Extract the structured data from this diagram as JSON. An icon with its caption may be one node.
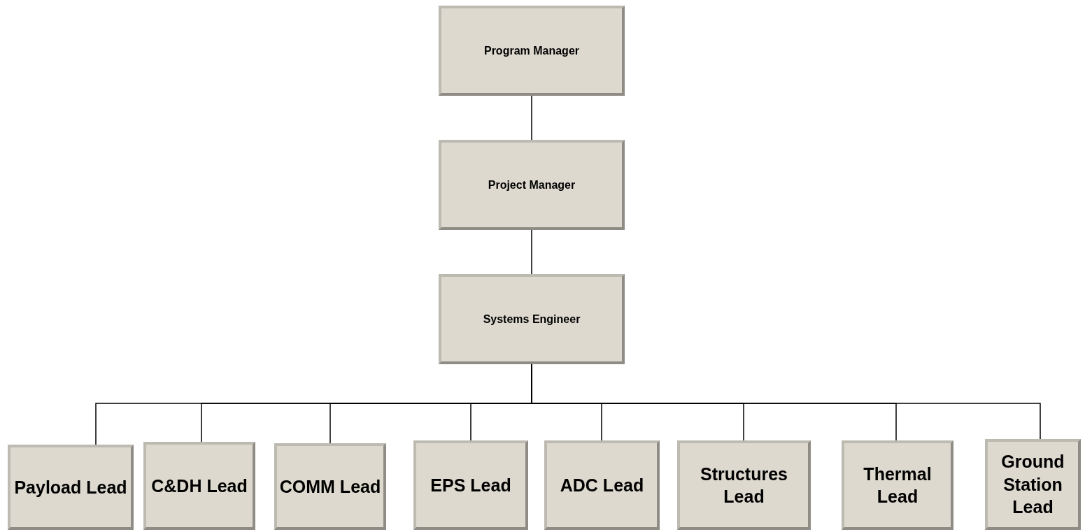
{
  "diagram": {
    "nodes": [
      {
        "text": [
          "Program Manager"
        ]
      },
      {
        "text": [
          "Project Manager"
        ]
      },
      {
        "text": [
          "Systems Engineer"
        ]
      },
      {
        "text": [
          "Payload Lead"
        ]
      },
      {
        "text": [
          "C&DH Lead"
        ]
      },
      {
        "text": [
          "COMM Lead"
        ]
      },
      {
        "text": [
          "EPS Lead"
        ]
      },
      {
        "text": [
          "ADC Lead"
        ]
      },
      {
        "text": [
          "Structures Lead"
        ]
      },
      {
        "text": [
          "Thermal Lead"
        ]
      },
      {
        "text": [
          "Ground Station Lead"
        ]
      }
    ],
    "edges": [
      {
        "from": 0,
        "to": 1,
        "arrow": "none"
      },
      {
        "from": 1,
        "to": 2,
        "arrow": "none"
      },
      {
        "from": 2,
        "to": 3,
        "arrow": "none"
      },
      {
        "from": 2,
        "to": 4,
        "arrow": "none"
      },
      {
        "from": 2,
        "to": 5,
        "arrow": "none"
      },
      {
        "from": 2,
        "to": 6,
        "arrow": "none"
      },
      {
        "from": 2,
        "to": 7,
        "arrow": "none"
      },
      {
        "from": 2,
        "to": 8,
        "arrow": "none"
      },
      {
        "from": 2,
        "to": 9,
        "arrow": "none"
      },
      {
        "from": 2,
        "to": 10,
        "arrow": "none"
      }
    ]
  }
}
